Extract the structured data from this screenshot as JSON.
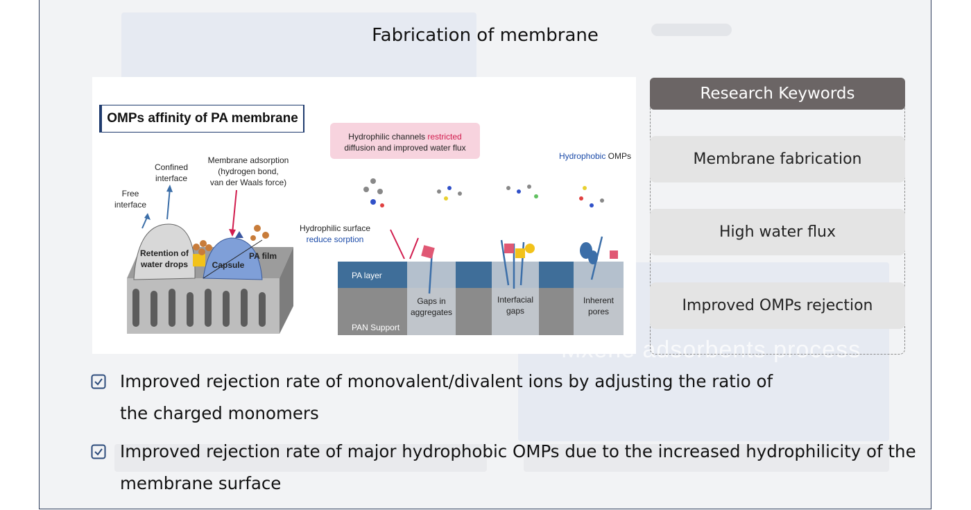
{
  "slide": {
    "title": "Fabrication of membrane",
    "background_ghost_text": "Mxene adsorbents process"
  },
  "figure": {
    "title": "OMPs affinity of PA membrane",
    "left_labels": {
      "free_interface": "Free\ninterface",
      "confined_interface": "Confined\ninterface",
      "membrane_adsorption": "Membrane adsorption\n(hydrogen bond,\nvan der Waals force)",
      "retention": "Retention of\nwater drops",
      "capsule": "Capsule",
      "pa_film": "PA film"
    },
    "right_labels": {
      "hydrophilic_channels_pre": "Hydrophilic channels ",
      "hydrophilic_channels_red": "restricted",
      "hydrophilic_channels_post": "diffusion and improved water flux",
      "hydrophobic_blue": "Hydrophobic",
      "hydrophobic_black": " OMPs",
      "hydrophilic_surface": "Hydrophilic surface",
      "reduce_sorption": "reduce sorption",
      "pa_layer": "PA layer",
      "pan_support": "PAN Support",
      "gaps_in_aggregates": "Gaps in\naggregates",
      "interfacial_gaps": "Interfacial\ngaps",
      "inherent_pores": "Inherent\npores"
    }
  },
  "keywords": {
    "header": "Research Keywords",
    "items": [
      "Membrane fabrication",
      "High water flux",
      "Improved OMPs rejection"
    ]
  },
  "bullets": [
    {
      "line1": "Improved rejection rate of monovalent/divalent ions by adjusting the ratio of",
      "line2": "the charged monomers"
    },
    {
      "line1": "Improved rejection rate of major hydrophobic OMPs due to the increased hydrophilicity of the",
      "line2": "membrane surface"
    }
  ],
  "colors": {
    "frame_border": "#2f3e5c",
    "keyword_header": "#6b6565",
    "keyword_item": "#e4e4e4",
    "checkbox": "#2b4a7a",
    "highlight_red": "#d11c4d",
    "highlight_blue": "#1a4aa8"
  }
}
